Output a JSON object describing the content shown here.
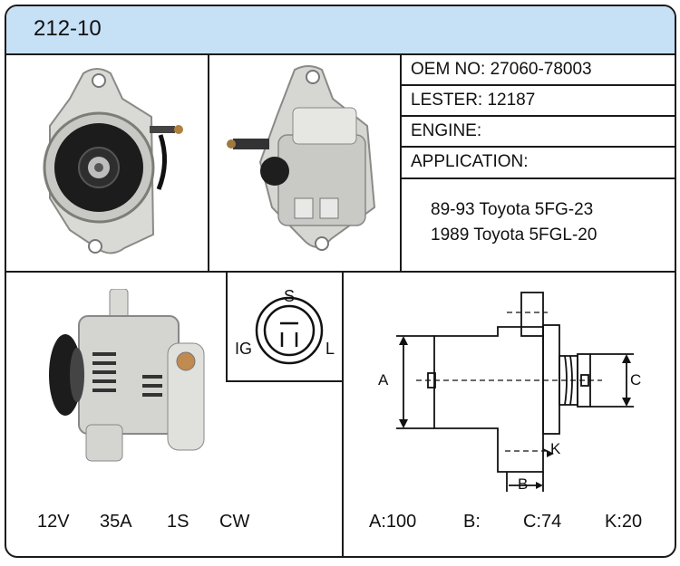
{
  "header": {
    "part_number": "212-10"
  },
  "info": {
    "oem_no": "OEM NO: 27060-78003",
    "lester": "LESTER: 12187",
    "engine": "ENGINE:",
    "application": "APPLICATION:",
    "applications": [
      "89-93 Toyota 5FG-23",
      "1989 Toyota 5FGL-20"
    ]
  },
  "connector": {
    "top_pin": "S",
    "left_pin": "IG",
    "right_pin": "L"
  },
  "electrical_specs": [
    "12V",
    "35A",
    "1S",
    "CW"
  ],
  "dimensions": {
    "a_marker": "A",
    "b_marker": "B",
    "c_marker": "C",
    "k_marker": "K",
    "values": [
      "A:100",
      "B:",
      "C:74",
      "K:20"
    ]
  }
}
